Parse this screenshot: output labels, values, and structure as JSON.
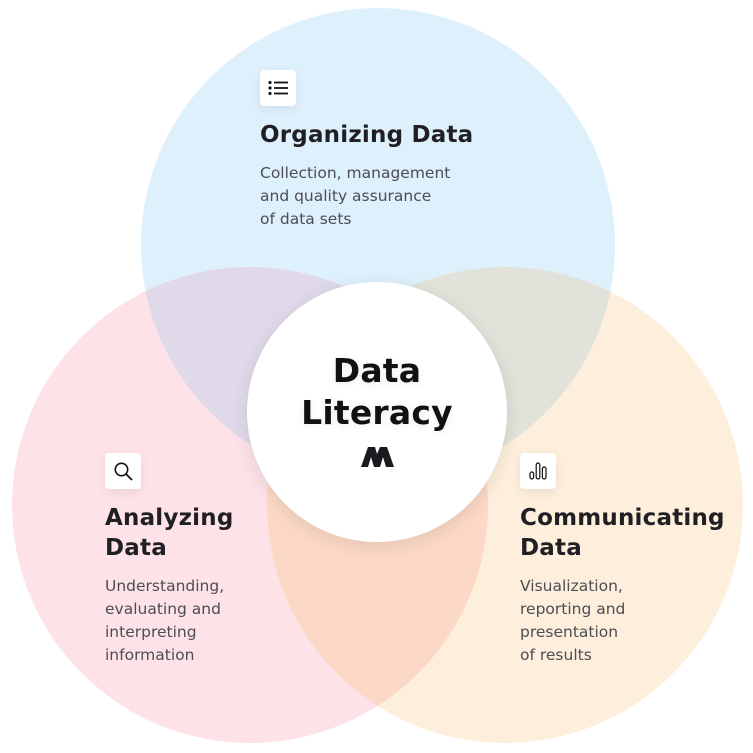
{
  "diagram": {
    "type": "venn",
    "center": {
      "title_line1": "Data",
      "title_line2": "Literacy",
      "logo": "m-logo-icon"
    },
    "sets": [
      {
        "id": "organizing",
        "icon": "list-icon",
        "title": "Organizing Data",
        "description": "Collection, management\nand quality assurance\nof data sets",
        "color": "#dff0fd"
      },
      {
        "id": "analyzing",
        "icon": "search-icon",
        "title_line1": "Analyzing",
        "title_line2": "Data",
        "description": "Understanding,\nevaluating and\ninterpreting\ninformation",
        "color": "#fde3e7"
      },
      {
        "id": "communicating",
        "icon": "bar-chart-icon",
        "title_line1": "Communicating",
        "title_line2": "Data",
        "description": "Visualization,\nreporting and\npresentation\nof results",
        "color": "#fdefdb"
      }
    ],
    "overlap_colors": {
      "organizing_analyzing": "#e0d9ea",
      "organizing_communicating": "#e1e2da",
      "analyzing_communicating": "#fcd9c6"
    }
  }
}
